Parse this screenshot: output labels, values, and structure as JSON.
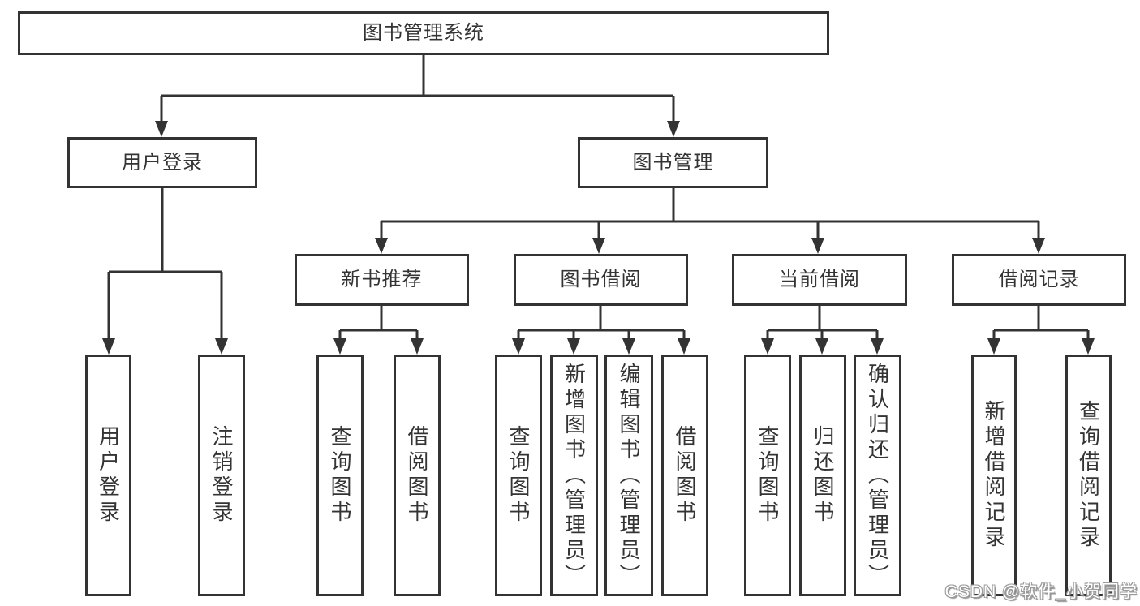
{
  "diagram": {
    "root": {
      "label": "图书管理系统"
    },
    "level2": [
      {
        "label": "用户登录",
        "children": [
          {
            "label": "用户登录"
          },
          {
            "label": "注销登录"
          }
        ]
      },
      {
        "label": "图书管理",
        "children": [
          {
            "label": "新书推荐",
            "children": [
              {
                "label": "查询图书"
              },
              {
                "label": "借阅图书"
              }
            ]
          },
          {
            "label": "图书借阅",
            "children": [
              {
                "label": "查询图书"
              },
              {
                "label": "新增图书（管理员）"
              },
              {
                "label": "编辑图书（管理员）"
              },
              {
                "label": "借阅图书"
              }
            ]
          },
          {
            "label": "当前借阅",
            "children": [
              {
                "label": "查询图书"
              },
              {
                "label": "归还图书"
              },
              {
                "label": "确认归还（管理员）"
              }
            ]
          },
          {
            "label": "借阅记录",
            "children": [
              {
                "label": "新增借阅记录"
              },
              {
                "label": "查询借阅记录"
              }
            ]
          }
        ]
      }
    ]
  },
  "watermark": {
    "text": "CSDN @软件_小贺同学"
  },
  "colors": {
    "line": "#333333",
    "box_border": "#333333",
    "text": "#343434",
    "background": "#ffffff",
    "watermark_fill": "#ffffff",
    "watermark_outline": "#9a9a9a"
  }
}
